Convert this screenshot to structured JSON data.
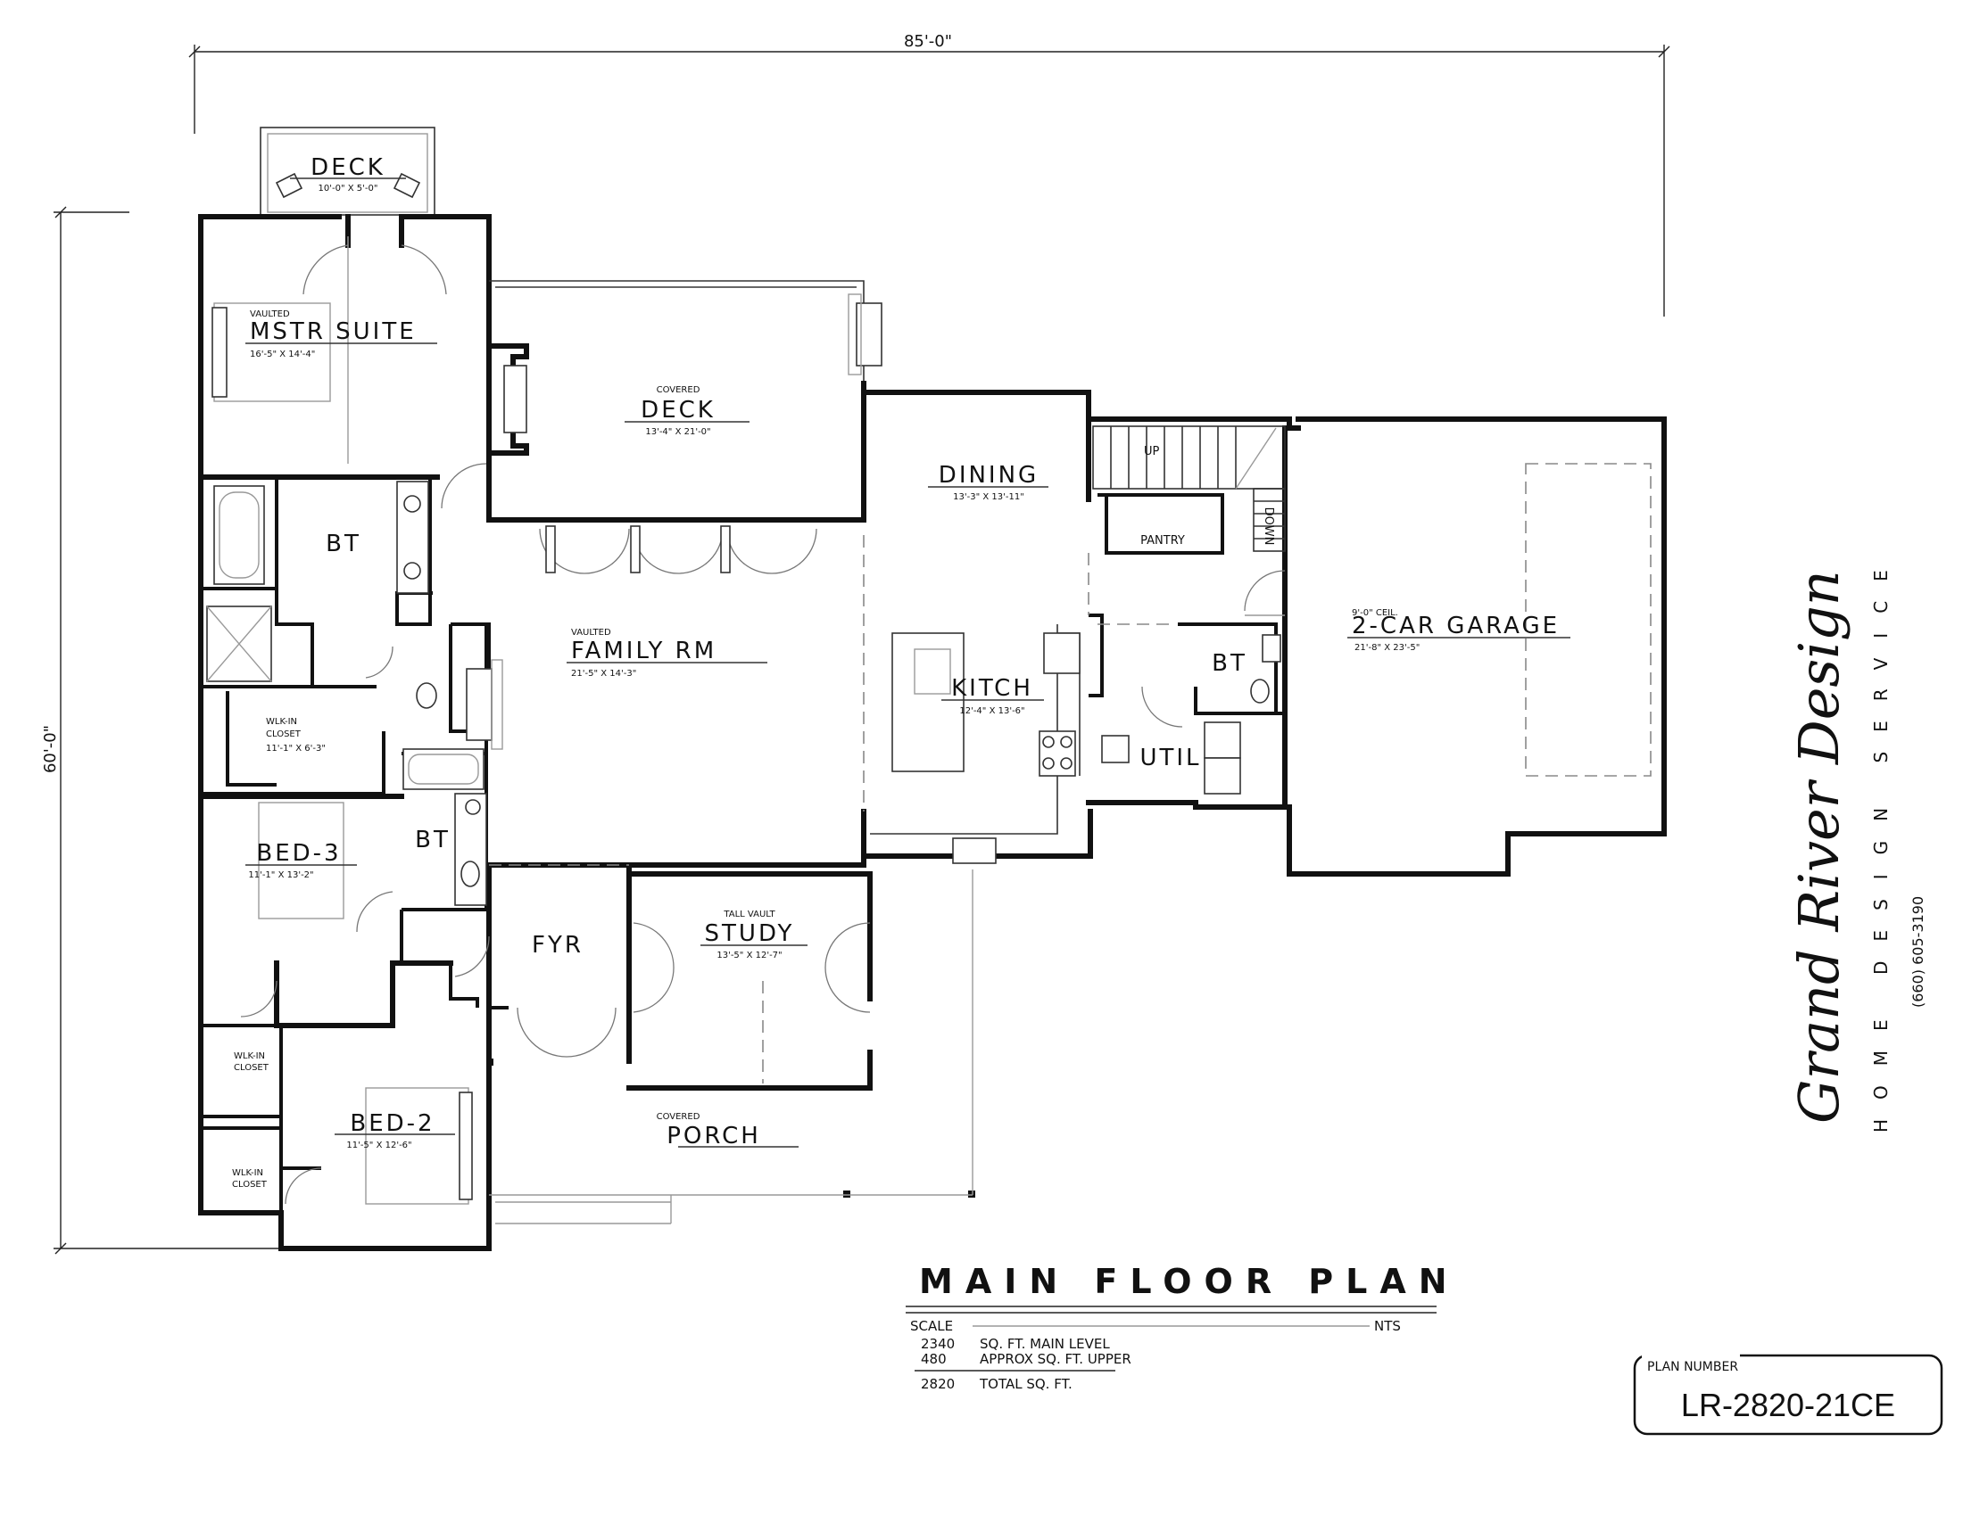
{
  "dimensions": {
    "width_label": "85'-0\"",
    "depth_label": "60'-0\""
  },
  "rooms": {
    "deck_top": {
      "name": "DECK",
      "size": "10'-0\" X 5'-0\""
    },
    "master": {
      "note": "VAULTED",
      "name": "MSTR SUITE",
      "size": "16'-5\" X 14'-4\""
    },
    "covered_deck": {
      "note": "COVERED",
      "name": "DECK",
      "size": "13'-4\" X 21'-0\""
    },
    "dining": {
      "name": "DINING",
      "size": "13'-3\" X 13'-11\""
    },
    "pantry": {
      "name": "PANTRY"
    },
    "stair_up": "UP",
    "stair_down": "DOWN",
    "bath_master": {
      "name": "BT"
    },
    "family": {
      "note": "VAULTED",
      "name": "FAMILY RM",
      "size": "21'-5\" X 14'-3\""
    },
    "kitchen": {
      "name": "KITCH",
      "size": "12'-4\" X 13'-6\""
    },
    "garage": {
      "note": "9'-0\" CEIL.",
      "name": "2-CAR GARAGE",
      "size": "21'-8\" X 23'-5\""
    },
    "bath_garage": {
      "name": "BT"
    },
    "util": {
      "name": "UTIL"
    },
    "wic_master": {
      "name": "WLK-IN",
      "name2": "CLOSET",
      "size": "11'-1\" X 6'-3\""
    },
    "bed3": {
      "name": "BED-3",
      "size": "11'-1\" X 13'-2\""
    },
    "bath_hall": {
      "name": "BT"
    },
    "foyer": {
      "name": "FYR"
    },
    "study": {
      "note": "TALL VAULT",
      "name": "STUDY",
      "size": "13'-5\" X 12'-7\""
    },
    "wic_1": {
      "name": "WLK-IN",
      "name2": "CLOSET"
    },
    "wic_2": {
      "name": "WLK-IN",
      "name2": "CLOSET"
    },
    "bed2": {
      "name": "BED-2",
      "size": "11'-5\" X 12'-6\""
    },
    "porch": {
      "note": "COVERED",
      "name": "PORCH"
    }
  },
  "title_block": {
    "title": "MAIN FLOOR PLAN",
    "scale_label": "SCALE",
    "scale_value": "NTS",
    "main_sqft": "2340",
    "main_label": "SQ. FT. MAIN LEVEL",
    "upper_sqft": "480",
    "upper_label": "APPROX SQ. FT. UPPER",
    "total_sqft": "2820",
    "total_label": "TOTAL SQ. FT."
  },
  "brand": {
    "name": "Grand River Design",
    "tagline": "HOME DESIGN SERVICE",
    "phone": "(660) 605-3190"
  },
  "plan_number": {
    "label": "PLAN NUMBER",
    "value": "LR-2820-21CE"
  }
}
